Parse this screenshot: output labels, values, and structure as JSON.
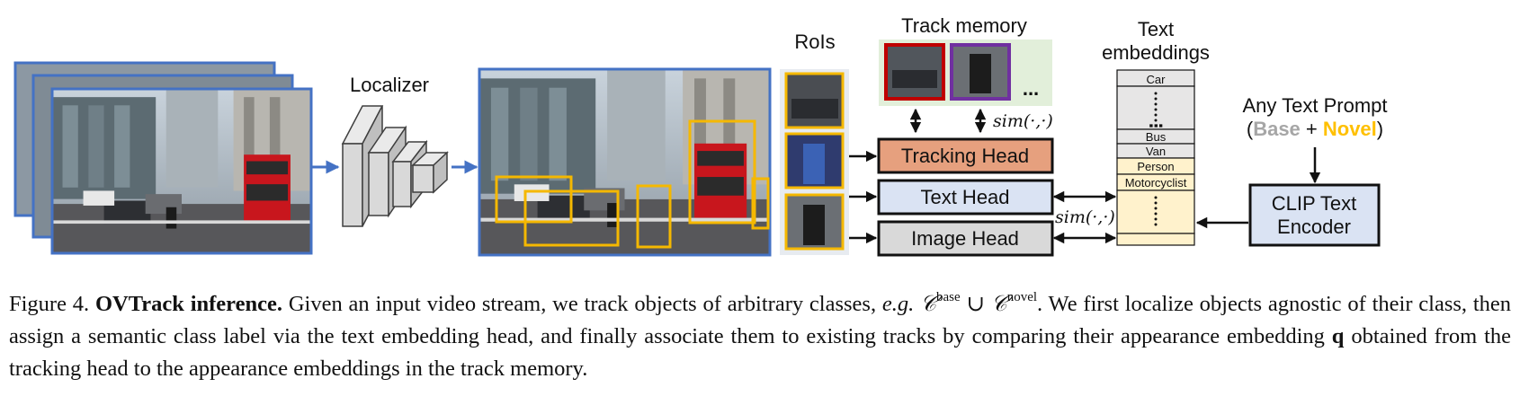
{
  "labels": {
    "localizer": "Localizer",
    "rois": "RoIs",
    "track_memory": "Track memory",
    "ellipsis": "...",
    "sim_top": "sim(·,·)",
    "sim_mid": "sim(·,·)",
    "tracking_head": "Tracking Head",
    "text_head": "Text Head",
    "image_head": "Image Head",
    "text_embeddings_line1": "Text",
    "text_embeddings_line2": "embeddings",
    "prompt_line1": "Any Text Prompt",
    "prompt_open": "(",
    "prompt_base": "Base",
    "prompt_plus": " + ",
    "prompt_novel": "Novel",
    "prompt_close": ")",
    "clip_line1": "CLIP Text",
    "clip_line2": "Encoder"
  },
  "embeddings": [
    "Car",
    "Bus",
    "Van",
    "Person",
    "Motorcyclist"
  ],
  "caption": {
    "figure": "Figure 4.",
    "title": "OVTrack inference.",
    "text1": "Given an input video stream, we track objects of arbitrary classes,",
    "eg": "e.g.",
    "c1": "𝒞",
    "sup_base": "base",
    "union": "∪",
    "c2": "𝒞",
    "sup_novel": "novel",
    "text2": ". We first localize objects agnostic of their class, then assign a semantic class label via the text embedding head, and finally associate them to existing tracks by comparing their appearance embedding",
    "q": "q",
    "text3": "obtained from the tracking head to the appearance embeddings in the track memory."
  },
  "colors": {
    "frame_blue": "#4472c4",
    "roi_yellow": "#f5b800",
    "track_red": "#c00000",
    "track_purple": "#7030a0",
    "memory_bg": "#e2efda",
    "tracking_head_fill": "#e6a07e",
    "text_head_fill": "#dae3f3",
    "image_head_fill": "#d9d9d9",
    "embedding_base_fill": "#e7e6e6",
    "embedding_novel_fill": "#fff2cc",
    "base_text": "#a6a6a6",
    "novel_text": "#ffc000",
    "clip_fill": "#dae3f3"
  }
}
